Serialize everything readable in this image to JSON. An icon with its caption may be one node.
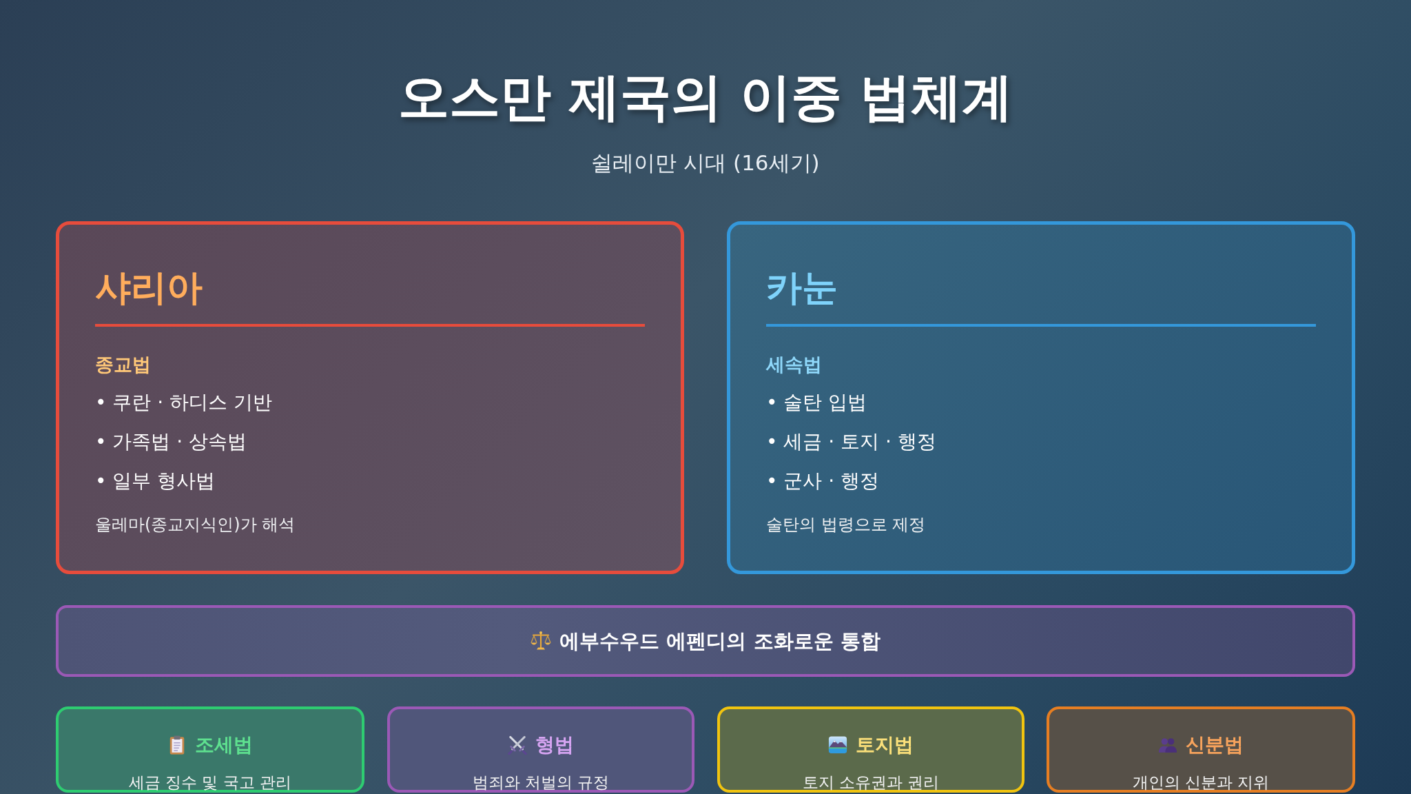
{
  "diagram": {
    "title": "오스만 제국의 이중 법체계",
    "nodes": [
      {
        "text": [
          "샤리아",
          "종교법",
          "• 쿠란 · 하디스 기반",
          "• 가족법 · 상속법",
          "• 일부 형사법",
          "울레마(종교지식인)가 해석"
        ]
      },
      {
        "text": [
          "카눈",
          "세속법",
          "• 술탄 입법",
          "• 세금 · 토지 · 행정",
          "• 군사 · 행정",
          "술탄의 법령으로 제정"
        ]
      },
      {
        "text": [
          "에부수우드 에펜디의 조화로운 통합"
        ]
      },
      {
        "text": [
          "조세법",
          "세금 징수 및 국고 관리"
        ]
      },
      {
        "text": [
          "형법",
          "범죄와 처벌의 규정"
        ]
      },
      {
        "text": [
          "토지법",
          "토지 소유권과 권리"
        ]
      },
      {
        "text": [
          "신분법",
          "개인의 신분과 지위"
        ]
      }
    ],
    "labels": [
      "쉴레이만 시대 (16세기)"
    ]
  }
}
